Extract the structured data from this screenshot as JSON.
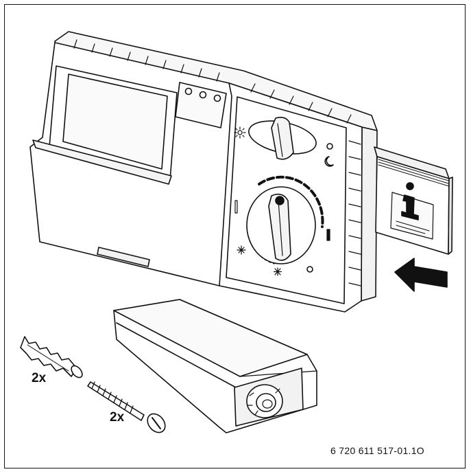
{
  "labels": {
    "dowel_quantity": "2x",
    "screw_quantity": "2x",
    "reference_code": "6 720 611 517-01.1O"
  },
  "icons": {
    "info_booklet": "info-icon",
    "insert_arrow": "arrow-left-icon",
    "day_mode": "sun-icon",
    "night_mode": "moon-icon",
    "frost_protection": "snowflake-icon"
  },
  "colors": {
    "line": "#111111",
    "body": "#ffffff",
    "shadow": "#e6e6e6"
  }
}
